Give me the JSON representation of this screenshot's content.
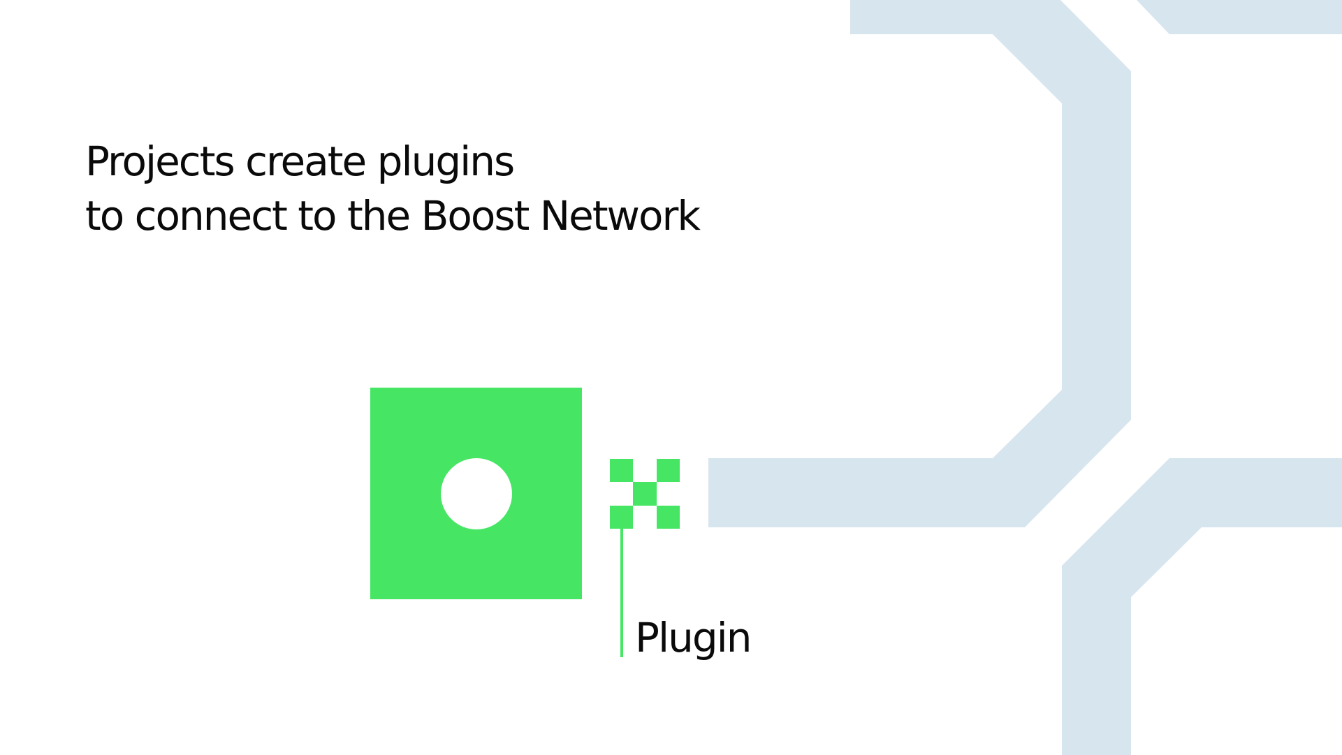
{
  "headline": {
    "line1": "Projects create plugins",
    "line2": "to connect to the Boost Network"
  },
  "diagram": {
    "plugin_label": "Plugin",
    "nodes": [
      {
        "name": "project-block",
        "shape": "green square with white circle"
      },
      {
        "name": "plugin-connector",
        "shape": "checkerboard"
      },
      {
        "name": "boost-network",
        "shape": "light blue network paths"
      }
    ]
  },
  "colors": {
    "project_green": "#46E664",
    "network_blue": "#D7E5EE",
    "text": "#0A0A0A",
    "background": "#FFFFFF"
  }
}
